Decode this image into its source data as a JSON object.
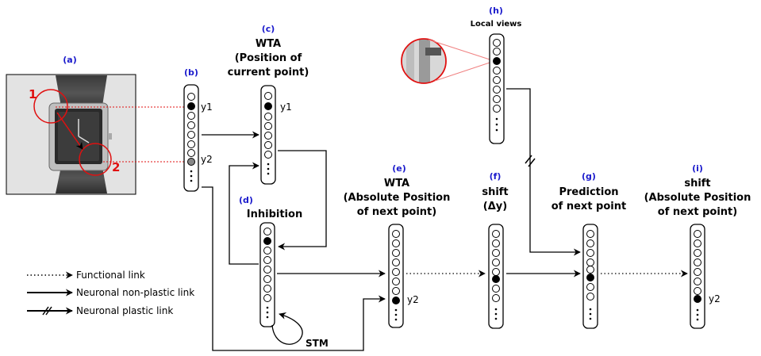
{
  "panels": {
    "a": {
      "letter": "(a)"
    },
    "b": {
      "letter": "(b)"
    },
    "c": {
      "letter": "(c)",
      "title": [
        "WTA",
        "(Position of",
        "current point)"
      ]
    },
    "d": {
      "letter": "(d)",
      "title": [
        "Inhibition"
      ]
    },
    "e": {
      "letter": "(e)",
      "title": [
        "WTA",
        "(Absolute Position",
        "of next point)"
      ]
    },
    "f": {
      "letter": "(f)",
      "title": [
        "shift",
        "(Δy)"
      ]
    },
    "g": {
      "letter": "(g)",
      "title": [
        "Prediction",
        "of next point"
      ]
    },
    "h": {
      "letter": "(h)",
      "title": [
        "Local views"
      ]
    },
    "i": {
      "letter": "(i)",
      "title": [
        "shift",
        "(Absolute Position",
        "of next point)"
      ]
    }
  },
  "labels": {
    "y1": "y1",
    "y2": "y2",
    "point1": "1",
    "point2": "2",
    "stm": "STM"
  },
  "legend": {
    "functional": "Functional link",
    "non_plastic": "Neuronal non-plastic link",
    "plastic": "Neuronal plastic link"
  },
  "colors": {
    "panel_letter": "#1a1acc",
    "highlight_red": "#e01010",
    "active_neuron": "#000000",
    "secondary_neuron": "#888888"
  }
}
